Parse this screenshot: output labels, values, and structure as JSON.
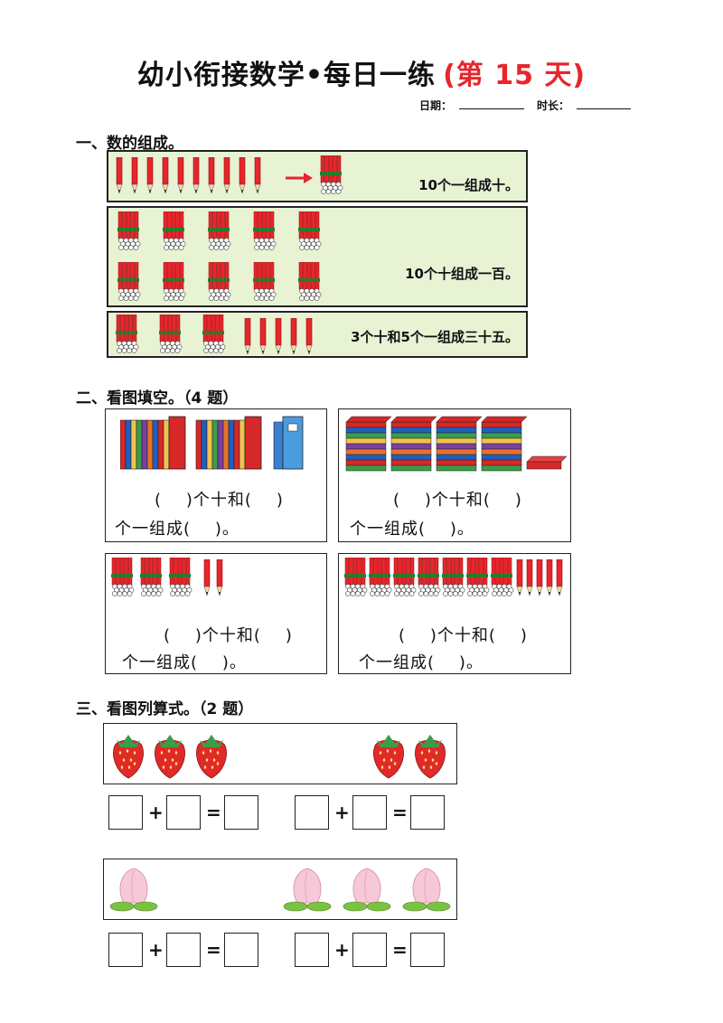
{
  "header": {
    "title": "幼小衔接数学•每日一练",
    "day": "(第 15 天)",
    "date_label": "日期：",
    "duration_label": "时长："
  },
  "section1": {
    "title": "一、数的组成。",
    "row1_caption": "10个一组成十。",
    "row2_caption": "10个十组成一百。",
    "row3_caption": "3个十和5个一组成三十五。"
  },
  "section2": {
    "title": "二、看图填空。（4 题）",
    "ex_line1": "(    )个十和(    )",
    "ex_line2": "个一组成(    )。"
  },
  "section3": {
    "title": "三、看图列算式。（2 题）",
    "plus": "+",
    "equals": "="
  },
  "colors": {
    "title_red": "#e8252c",
    "panel_green": "#e8f3d4",
    "pencil_red": "#e8252c",
    "strawberry": "#e02a2a",
    "peach": "#f7c8d8",
    "leaf": "#7cc242"
  }
}
